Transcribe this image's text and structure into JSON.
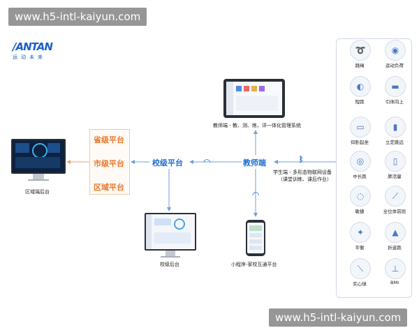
{
  "watermark": {
    "top": "www.h5-intl-kaiyun.com",
    "bottom": "www.h5-intl-kaiyun.com"
  },
  "logo": {
    "mark": "/ANTAN",
    "subtitle": "运动未来"
  },
  "regional_backend": "区域端后台",
  "platforms": [
    "省级平台",
    "市级平台",
    "区域平台"
  ],
  "school_platform": "校级平台",
  "school_backend": "校级后台",
  "teacher_node": "教师端",
  "teacher_system": "教师端 - 教、测、练、评一体化管理系统",
  "miniprogram": "小程序-家校互通平台",
  "student": {
    "line1": "学生端 - 多形态物联网设备",
    "line2": "（课堂训练、课后作业）"
  },
  "devices": [
    {
      "label": "跳绳",
      "icon": "jump-rope-icon",
      "glyph": "➰"
    },
    {
      "label": "运动负荷",
      "icon": "heart-rate-band-icon",
      "glyph": "◉"
    },
    {
      "label": "短跑",
      "icon": "sprint-sensor-icon",
      "glyph": "◐"
    },
    {
      "label": "引体向上",
      "icon": "pull-up-sensor-icon",
      "glyph": "▬"
    },
    {
      "label": "仰卧起坐",
      "icon": "sit-up-device-icon",
      "glyph": "▭"
    },
    {
      "label": "立定跳远",
      "icon": "long-jump-mat-icon",
      "glyph": "▮"
    },
    {
      "label": "中长跑",
      "icon": "middle-distance-tag-icon",
      "glyph": "◎"
    },
    {
      "label": "肺活量",
      "icon": "spirometer-icon",
      "glyph": "▯"
    },
    {
      "label": "敏捷",
      "icon": "agility-device-icon",
      "glyph": "◌"
    },
    {
      "label": "全位体前屈",
      "icon": "sit-and-reach-icon",
      "glyph": "⟋"
    },
    {
      "label": "平衡",
      "icon": "balance-device-icon",
      "glyph": "✦"
    },
    {
      "label": "折返跑",
      "icon": "shuttle-run-cone-icon",
      "glyph": "▲"
    },
    {
      "label": "实心球",
      "icon": "medicine-ball-icon",
      "glyph": "⟍"
    },
    {
      "label": "BMI",
      "icon": "bmi-scale-icon",
      "glyph": "⊥"
    }
  ],
  "colors": {
    "primary_blue": "#1f6fd1",
    "platform_orange": "#e8782c",
    "watermark_bg": "#6e6e6e"
  }
}
